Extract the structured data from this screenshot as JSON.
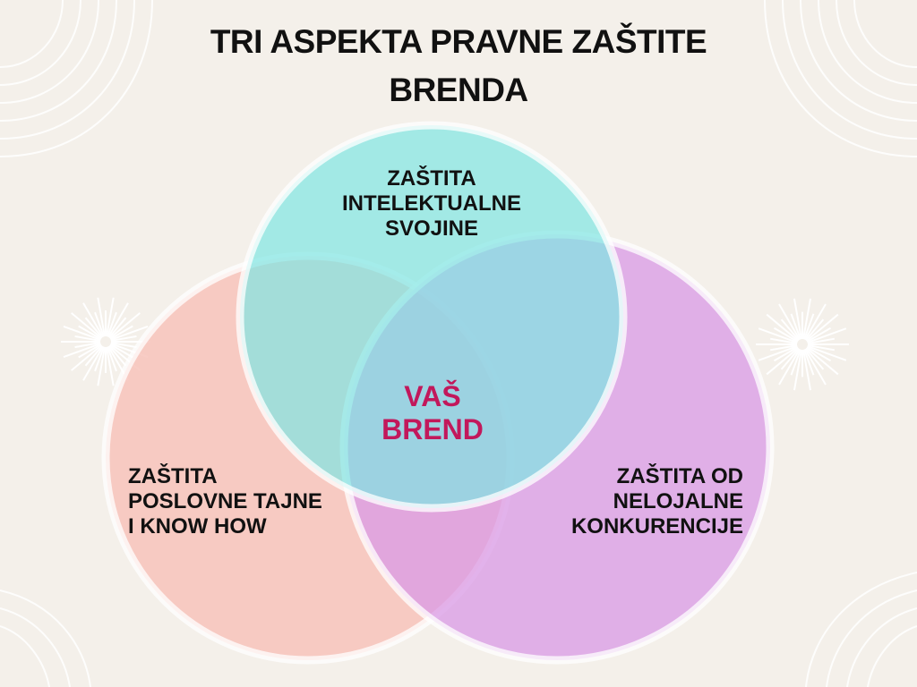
{
  "title": {
    "line1": "TRI ASPEKTA PRAVNE ZAŠTITE",
    "line2": "BRENDA"
  },
  "circles": {
    "top": {
      "lines": [
        "ZAŠTITA",
        "INTELEKTUALNE",
        "SVOJINE"
      ],
      "color": "#7fe6e3"
    },
    "left": {
      "lines": [
        "ZAŠTITA",
        "POSLOVNE TAJNE",
        "I KNOW HOW"
      ],
      "color": "#f7c3bb"
    },
    "right": {
      "lines": [
        "ZAŠTITA OD",
        "NELOJALNE",
        "KONKURENCIJE"
      ],
      "color": "#d99ae6"
    }
  },
  "center": {
    "lines": [
      "VAŠ",
      "BREND"
    ],
    "color": "#c2185b"
  },
  "colors": {
    "background": "#f4f0ea",
    "ring": "#ffffff",
    "decoration": "#ffffff"
  }
}
